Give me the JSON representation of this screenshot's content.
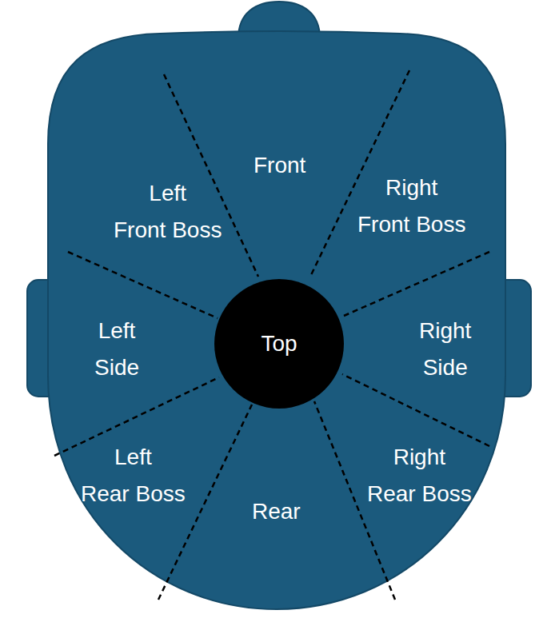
{
  "diagram": {
    "nodes": [
      {
        "text": [
          "Left Front Boss"
        ]
      },
      {
        "text": [
          "Front"
        ]
      },
      {
        "text": [
          "Right Front Boss"
        ]
      },
      {
        "text": [
          "Left Side"
        ]
      },
      {
        "text": [
          "Top"
        ]
      },
      {
        "text": [
          "Right Side"
        ]
      },
      {
        "text": [
          "Left Rear Boss"
        ]
      },
      {
        "text": [
          "Rear"
        ]
      },
      {
        "text": [
          "Right Rear Boss"
        ]
      }
    ]
  }
}
